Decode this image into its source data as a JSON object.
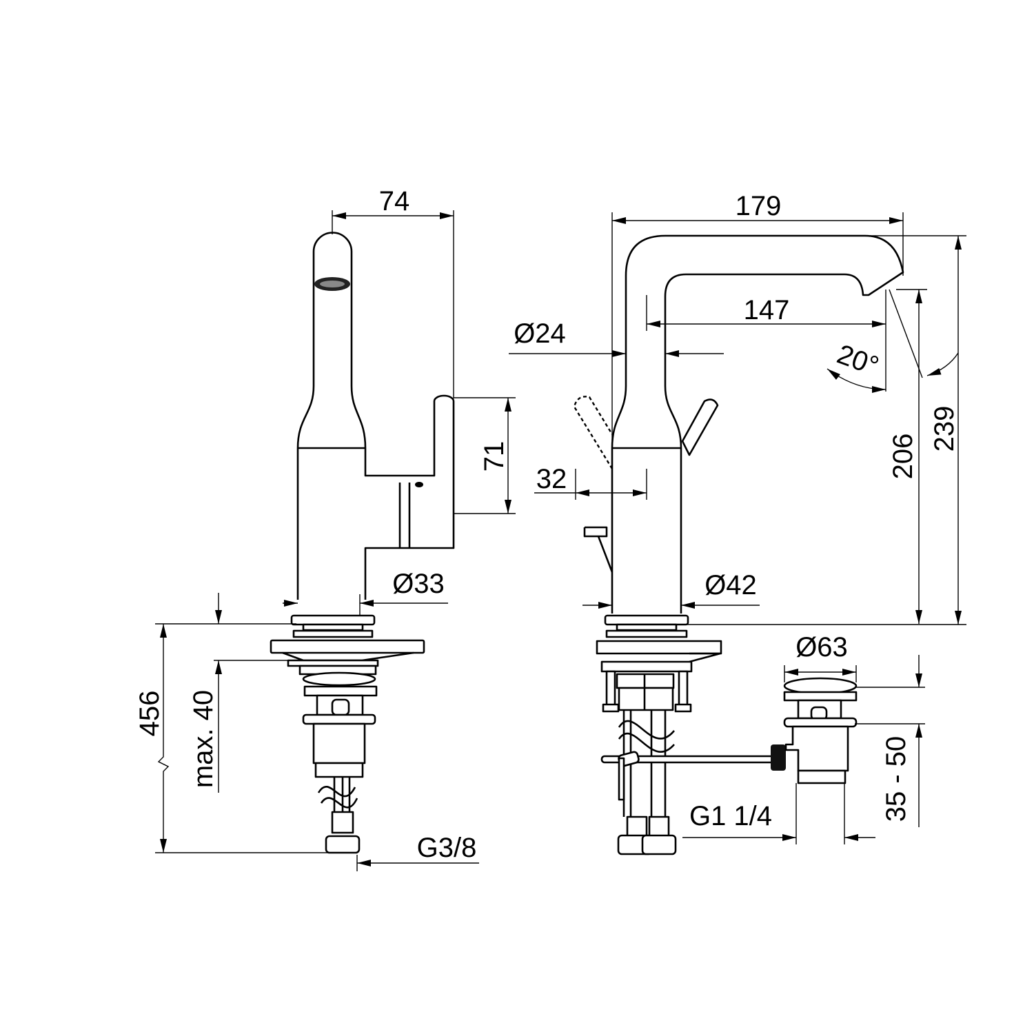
{
  "dimensions": {
    "side_width": "74",
    "lever_height": "71",
    "body_diameter_side": "Ø33",
    "total_depth": "456",
    "max_thickness": "max. 40",
    "supply_thread": "G3/8",
    "spout_reach_total": "179",
    "spout_reach": "147",
    "neck_diameter": "Ø24",
    "lever_angle": "20°",
    "outlet_height": "206",
    "total_height": "239",
    "lever_offset": "32",
    "body_diameter_front": "Ø42",
    "waste_diameter": "Ø63",
    "waste_range": "35 - 50",
    "waste_thread": "G1 1/4"
  }
}
